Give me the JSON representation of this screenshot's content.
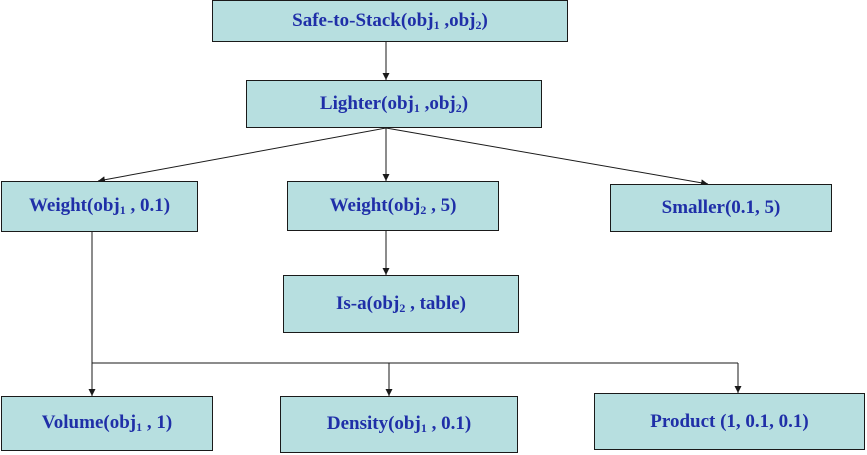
{
  "colors": {
    "node_fill": "#b7dfe0",
    "node_text": "#1f2fa8",
    "line": "#1a1a1a"
  },
  "nodes": {
    "safe_to_stack": {
      "pre": "Safe-to-Stack(obj",
      "s1": "1",
      "mid": " ,obj",
      "s2": "2",
      "post": ")"
    },
    "lighter": {
      "pre": "Lighter(obj",
      "s1": "1",
      "mid": " ,obj",
      "s2": "2",
      "post": ")"
    },
    "weight1": {
      "pre": "Weight(obj",
      "s1": "1",
      "post": " , 0.1)"
    },
    "weight2": {
      "pre": "Weight(obj",
      "s1": "2",
      "post": " , 5)"
    },
    "smaller": {
      "text": "Smaller(0.1, 5)"
    },
    "isa": {
      "pre": "Is-a(obj",
      "s1": "2",
      "post": " , table)"
    },
    "volume": {
      "pre": "Volume(obj",
      "s1": "1",
      "post": " , 1)"
    },
    "density": {
      "pre": "Density(obj",
      "s1": "1",
      "post": " , 0.1)"
    },
    "product": {
      "text": "Product (1, 0.1, 0.1)"
    }
  }
}
